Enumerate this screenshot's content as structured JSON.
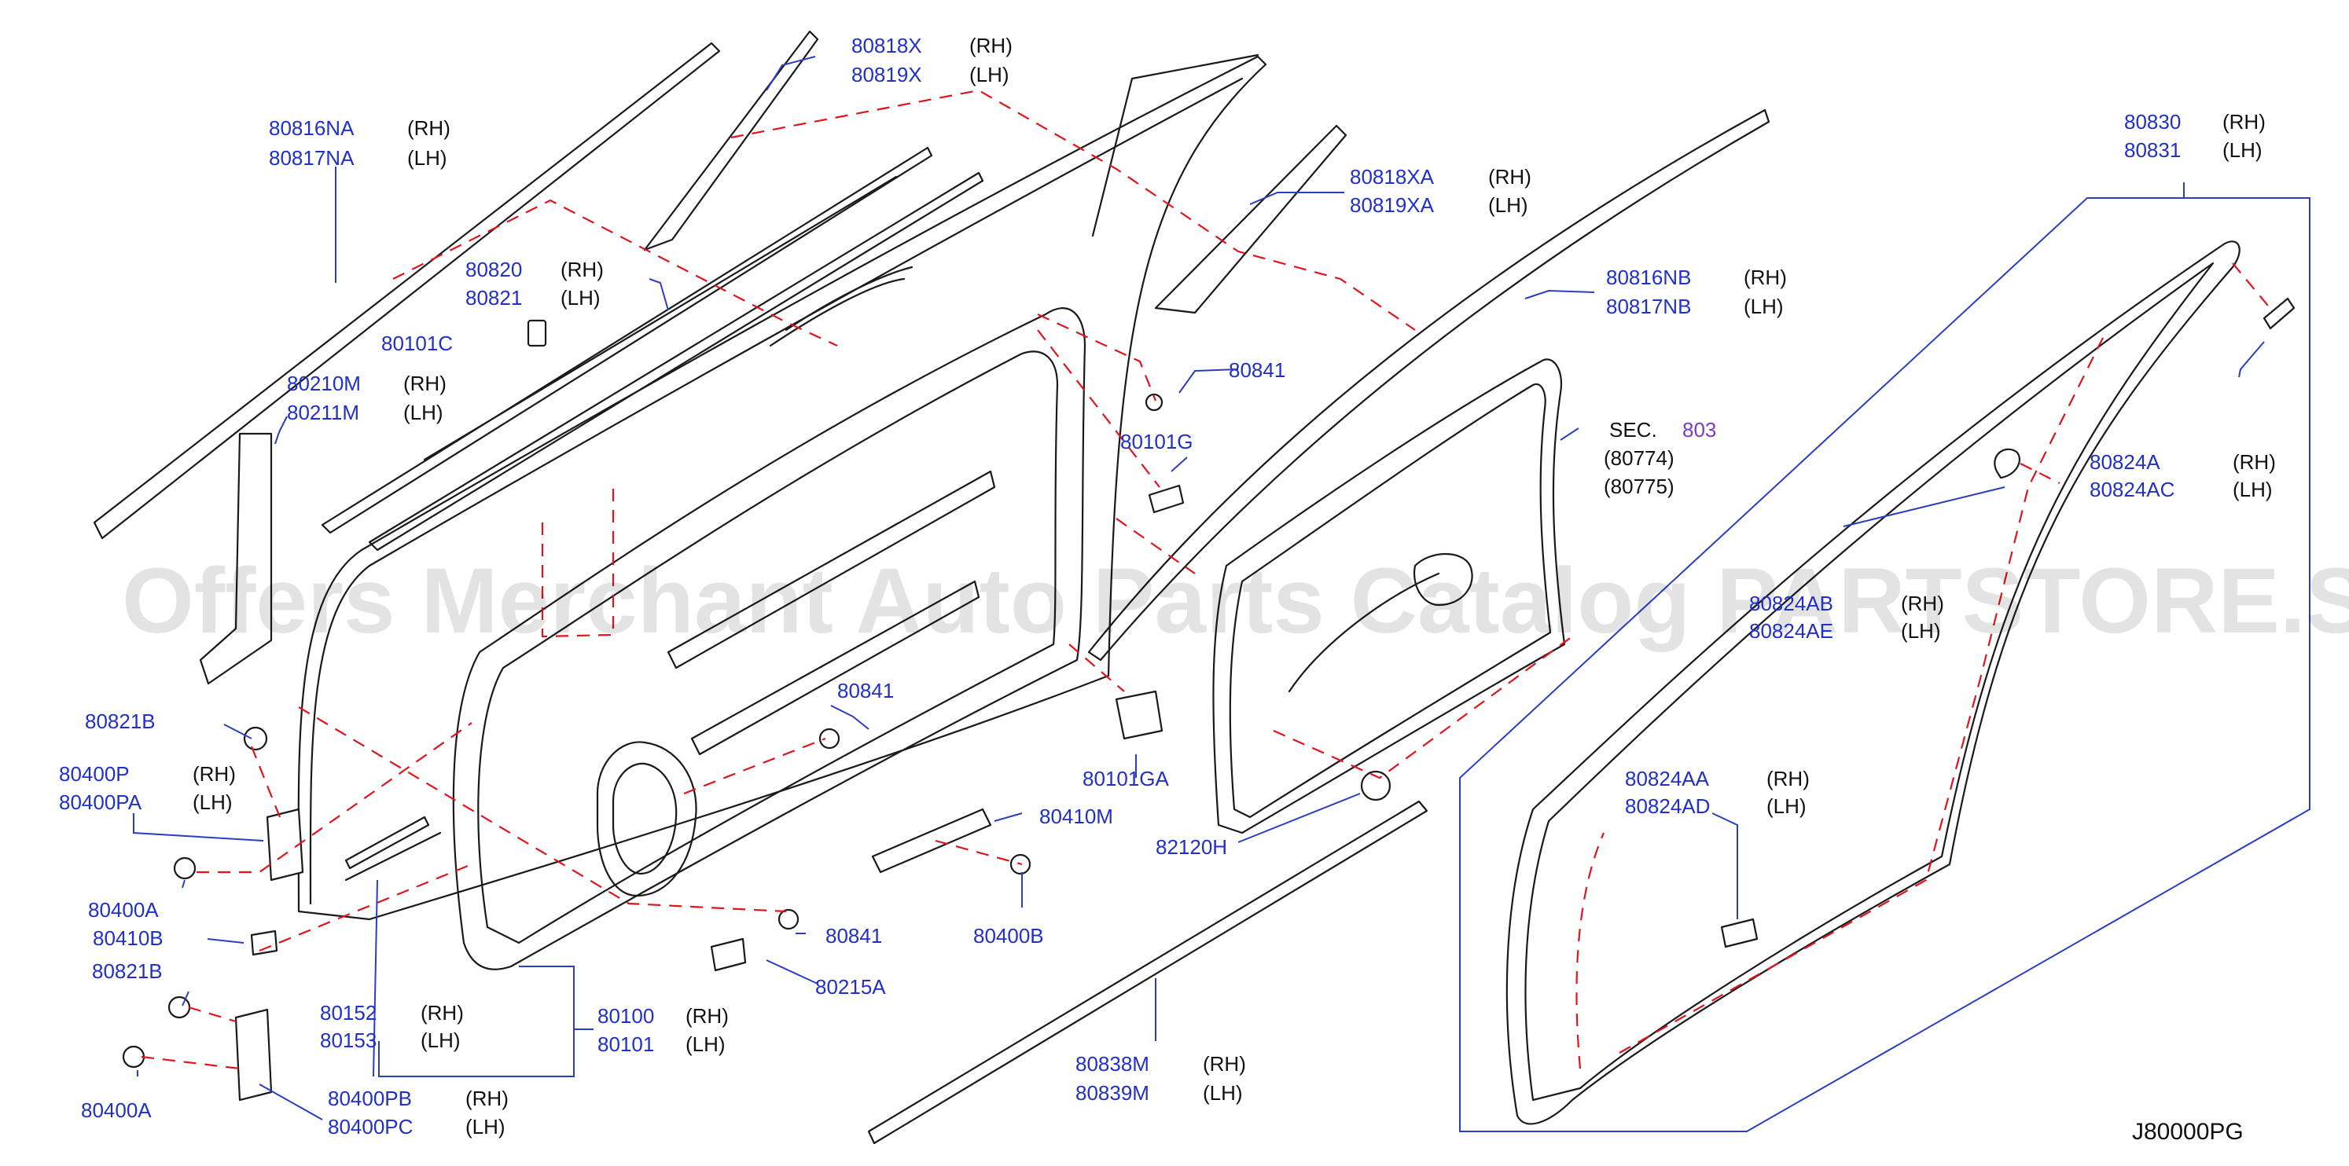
{
  "diagram": {
    "watermark": "Offers Merchant Auto Parts Catalog PARTSTORE.SA",
    "diagram_code": "J80000PG",
    "labels": {
      "p80818X": "80818X",
      "p80819X": "80819X",
      "p80816NA": "80816NA",
      "p80817NA": "80817NA",
      "p80820": "80820",
      "p80821": "80821",
      "p80101C": "80101C",
      "p80210M": "80210M",
      "p80211M": "80211M",
      "p80818XA": "80818XA",
      "p80819XA": "80819XA",
      "p80816NB": "80816NB",
      "p80817NB": "80817NB",
      "p80841a": "80841",
      "p80101G": "80101G",
      "sec_label": "SEC.",
      "sec_num": "803",
      "sec_ref1": "(80774)",
      "sec_ref2": "(80775)",
      "p80830": "80830",
      "p80831": "80831",
      "p80824A": "80824A",
      "p80824AC": "80824AC",
      "p80824AB": "80824AB",
      "p80824AE": "80824AE",
      "p80824AA": "80824AA",
      "p80824AD": "80824AD",
      "p80821Ba": "80821B",
      "p80400P": "80400P",
      "p80400PA": "80400PA",
      "p80400Aa": "80400A",
      "p80410B": "80410B",
      "p80821Bb": "80821B",
      "p80400Ab": "80400A",
      "p80400PB": "80400PB",
      "p80400PC": "80400PC",
      "p80152": "80152",
      "p80153": "80153",
      "p80100": "80100",
      "p80101": "80101",
      "p80841b": "80841",
      "p80841c": "80841",
      "p80215A": "80215A",
      "p80101GA": "80101GA",
      "p80410M": "80410M",
      "p80400B": "80400B",
      "p82120H": "82120H",
      "p80838M": "80838M",
      "p80839M": "80839M"
    },
    "sides": {
      "rh": "(RH)",
      "lh": "(LH)"
    }
  }
}
